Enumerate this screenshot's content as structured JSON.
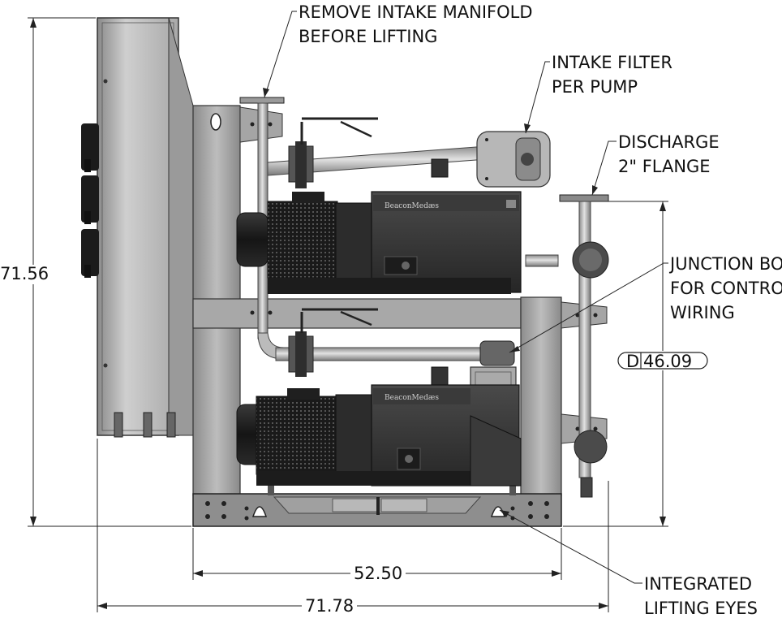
{
  "callouts": {
    "intake_manifold": [
      "REMOVE INTAKE MANIFOLD",
      "BEFORE LIFTING"
    ],
    "intake_filter": [
      "INTAKE FILTER",
      "PER PUMP"
    ],
    "discharge": [
      "DISCHARGE",
      "2\" FLANGE"
    ],
    "junction_box": [
      "JUNCTION BO",
      "FOR CONTRO",
      "WIRING"
    ],
    "lifting_eyes": [
      "INTEGRATED",
      "LIFTING EYES"
    ]
  },
  "dimensions": {
    "height_total": "71.56",
    "width_frame": "52.50",
    "width_total": "71.78",
    "discharge_height_tag": "D",
    "discharge_height": "46.09"
  },
  "pump_brand": "BeaconMedæs",
  "colors": {
    "frame": "#9c9c9c",
    "frame_dark": "#6e6e6e",
    "pump_body": "#2e2e2e",
    "motor": "#1c1c1c",
    "pipe": "#b4b4b4",
    "panel": "#b8b8b8"
  }
}
